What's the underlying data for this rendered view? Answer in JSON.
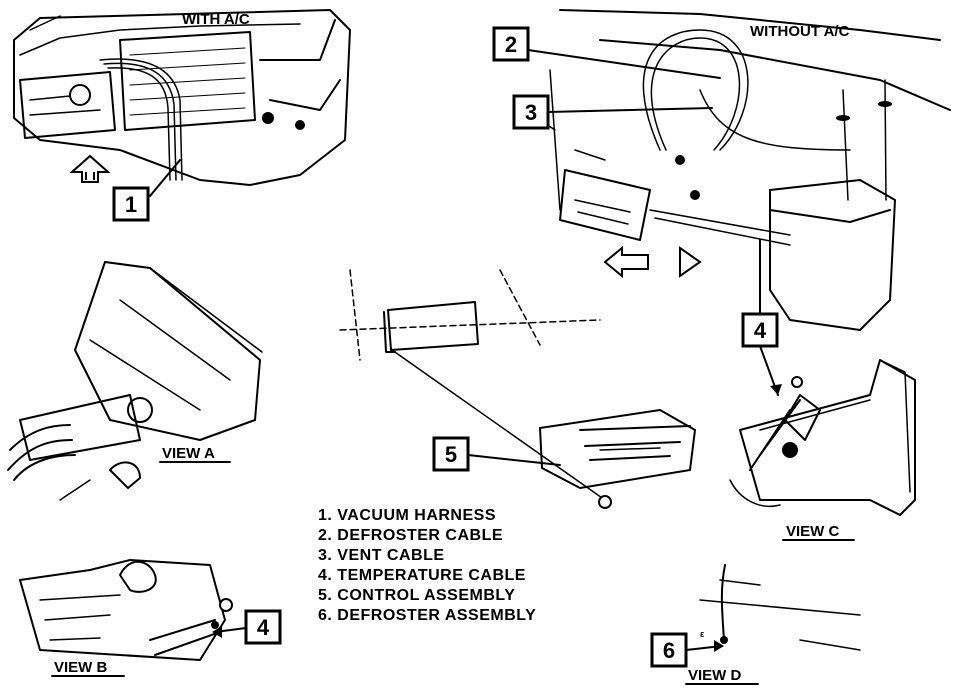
{
  "section_labels": {
    "with_ac": "WITH A/C",
    "without_ac": "WITHOUT A/C",
    "view_a": "VIEW A",
    "view_b": "VIEW B",
    "view_c": "VIEW C",
    "view_d": "VIEW D"
  },
  "callouts": [
    "1",
    "2",
    "3",
    "4",
    "5",
    "4",
    "6"
  ],
  "legend": [
    "1.  VACUUM HARNESS",
    "2.  DEFROSTER CABLE",
    "3.  VENT CABLE",
    "4.  TEMPERATURE CABLE",
    "5.  CONTROL ASSEMBLY",
    "6.  DEFROSTER ASSEMBLY"
  ]
}
